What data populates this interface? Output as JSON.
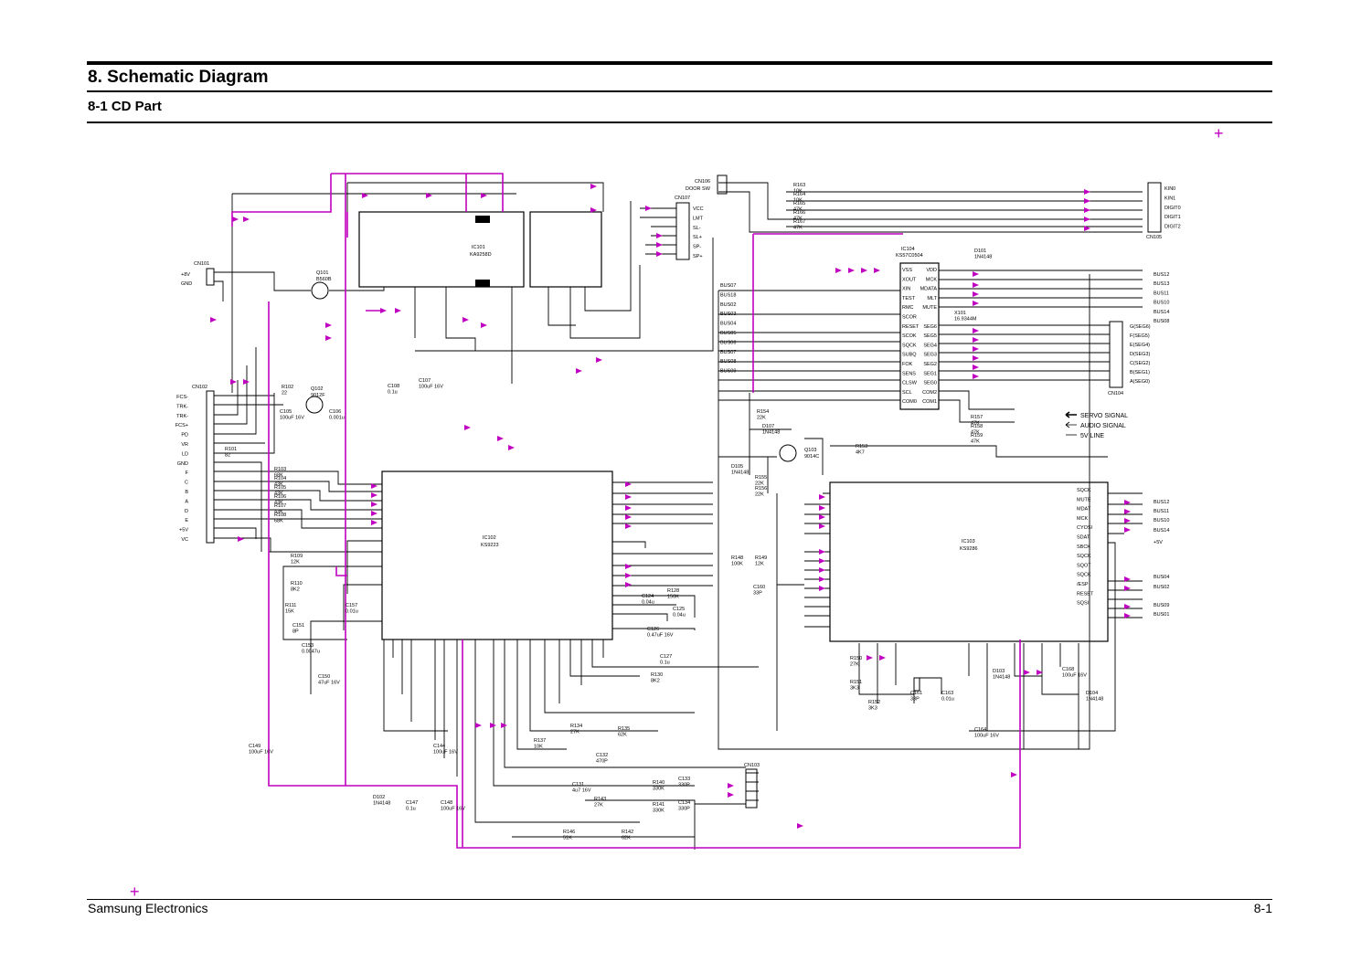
{
  "header": {
    "title": "8. Schematic Diagram",
    "subtitle": "8-1 CD Part"
  },
  "footer": {
    "company": "Samsung Electronics",
    "page": "8-1"
  },
  "colors": {
    "signal": "#c000c0",
    "wire": "#000000"
  },
  "legend": {
    "servo": "SERVO SIGNAL",
    "audio": "AUDIO SIGNAL",
    "line5v": "5V LINE"
  },
  "ics": {
    "ic101": {
      "ref": "IC101",
      "part": "KA9258D"
    },
    "ic102": {
      "ref": "IC102",
      "part": "KS9223"
    },
    "ic103": {
      "ref": "IC103",
      "part": "KS9286"
    },
    "ic104": {
      "ref": "IC104",
      "part": "KS57C0504"
    }
  },
  "connectors": {
    "cn101": {
      "ref": "CN101",
      "pins": [
        "+8V",
        "GND"
      ]
    },
    "cn102": {
      "ref": "CN102",
      "pins": [
        "FCS-",
        "TRK-",
        "TRK-",
        "FCS+",
        "PD",
        "VR",
        "LD",
        "GND",
        "F",
        "C",
        "B",
        "A",
        "D",
        "E",
        "+5V",
        "VC"
      ]
    },
    "cn103": {
      "ref": "CN103"
    },
    "cn104": {
      "ref": "CN104",
      "pins": [
        "G(SEG6)",
        "F(SEG5)",
        "E(SEG4)",
        "D(SEG3)",
        "C(SEG2)",
        "B(SEG1)",
        "A(SEG0)"
      ]
    },
    "cn105": {
      "ref": "CN105",
      "pins": [
        "KIN0",
        "KIN1",
        "DIGIT0",
        "DIGIT1",
        "DIGIT2"
      ]
    },
    "cn106": {
      "ref": "CN106",
      "title": "DOOR SW"
    },
    "cn107": {
      "ref": "CN107",
      "pins": [
        "VCC",
        "LMT",
        "SL-",
        "SL+",
        "SP-",
        "SP+"
      ]
    }
  },
  "transistors": {
    "q101": {
      "ref": "Q101",
      "part": "B560B"
    },
    "q102": {
      "ref": "Q102",
      "part": "9012F"
    },
    "q103": {
      "ref": "Q103",
      "part": "9014C"
    }
  },
  "components": [
    {
      "ref": "R101",
      "value": "82"
    },
    {
      "ref": "R102",
      "value": "22"
    },
    {
      "ref": "R103",
      "value": "68K"
    },
    {
      "ref": "R104",
      "value": "43K"
    },
    {
      "ref": "R105",
      "value": "43K"
    },
    {
      "ref": "R106",
      "value": "43K"
    },
    {
      "ref": "R107",
      "value": "43K"
    },
    {
      "ref": "R108",
      "value": "68K"
    },
    {
      "ref": "R109",
      "value": "12K"
    },
    {
      "ref": "R110",
      "value": "8K2"
    },
    {
      "ref": "R111",
      "value": "15K"
    },
    {
      "ref": "R128",
      "value": "150K"
    },
    {
      "ref": "R130",
      "value": "8K2"
    },
    {
      "ref": "R134",
      "value": "27K"
    },
    {
      "ref": "R135",
      "value": "62K"
    },
    {
      "ref": "R137",
      "value": "10K"
    },
    {
      "ref": "R140",
      "value": "330K"
    },
    {
      "ref": "R141",
      "value": "330K"
    },
    {
      "ref": "R142",
      "value": "62K"
    },
    {
      "ref": "R143",
      "value": "27K"
    },
    {
      "ref": "R146",
      "value": "51K"
    },
    {
      "ref": "R148",
      "value": "100K"
    },
    {
      "ref": "R149",
      "value": "12K"
    },
    {
      "ref": "R150",
      "value": "27K"
    },
    {
      "ref": "R151",
      "value": "3K3"
    },
    {
      "ref": "R152",
      "value": "3K3"
    },
    {
      "ref": "R153",
      "value": "4K7"
    },
    {
      "ref": "R154",
      "value": "22K"
    },
    {
      "ref": "R155",
      "value": "22K"
    },
    {
      "ref": "R156",
      "value": "22K"
    },
    {
      "ref": "R157",
      "value": "47K"
    },
    {
      "ref": "R158",
      "value": "47K"
    },
    {
      "ref": "R159",
      "value": "47K"
    },
    {
      "ref": "R163",
      "value": "10K"
    },
    {
      "ref": "R164",
      "value": "10K"
    },
    {
      "ref": "R165",
      "value": "47K"
    },
    {
      "ref": "R166",
      "value": "47K"
    },
    {
      "ref": "R167",
      "value": "47K"
    },
    {
      "ref": "C105",
      "value": "100uF 16V"
    },
    {
      "ref": "C106",
      "value": "0.001u"
    },
    {
      "ref": "C107",
      "value": "100uF 16V"
    },
    {
      "ref": "C108",
      "value": "0.1u"
    },
    {
      "ref": "C124",
      "value": "0.04u"
    },
    {
      "ref": "C125",
      "value": "0.04u"
    },
    {
      "ref": "C126",
      "value": "0.47uF 16V"
    },
    {
      "ref": "C127",
      "value": "0.1u"
    },
    {
      "ref": "C131",
      "value": "4u7 16V"
    },
    {
      "ref": "C132",
      "value": "470P"
    },
    {
      "ref": "C133",
      "value": "330P"
    },
    {
      "ref": "C134",
      "value": "330P"
    },
    {
      "ref": "C144",
      "value": "100uF 16V"
    },
    {
      "ref": "C147",
      "value": "0.1u"
    },
    {
      "ref": "C148",
      "value": "100uF 16V"
    },
    {
      "ref": "C149",
      "value": "100uF 16V"
    },
    {
      "ref": "C150",
      "value": "47uF 16V"
    },
    {
      "ref": "C151",
      "value": "8P"
    },
    {
      "ref": "C153",
      "value": "0.0047u"
    },
    {
      "ref": "C157",
      "value": "0.01u"
    },
    {
      "ref": "C160",
      "value": "33P"
    },
    {
      "ref": "C161",
      "value": "33P"
    },
    {
      "ref": "C163",
      "value": "0.01u"
    },
    {
      "ref": "C164",
      "value": "100uF 16V"
    },
    {
      "ref": "C168",
      "value": "100uF 16V"
    },
    {
      "ref": "D101",
      "value": "1N4148"
    },
    {
      "ref": "D102",
      "value": "1N4148"
    },
    {
      "ref": "D103",
      "value": "1N4148"
    },
    {
      "ref": "D104",
      "value": "1N4148"
    },
    {
      "ref": "D105",
      "value": "1N4148"
    },
    {
      "ref": "D107",
      "value": "1N4148"
    },
    {
      "ref": "X101",
      "value": "16.9344M"
    }
  ],
  "ic104_pins_left": [
    "VSS",
    "XOUT",
    "XIN",
    "TEST",
    "RMC",
    "SCOR",
    "RESET",
    "SCOK",
    "SQCK",
    "SUBQ",
    "FOK",
    "SENS",
    "CLSW",
    "SCL",
    "COM0"
  ],
  "ic104_pins_right": [
    "VDD",
    "MCK",
    "MDATA",
    "MLT",
    "MUTE",
    "",
    "SEG6",
    "SEG5",
    "SEG4",
    "SEG3",
    "SEG2",
    "SEG1",
    "SEG0",
    "COM2",
    "COM1"
  ],
  "bus_left": [
    "BUS07",
    "BUS18",
    "BUS02",
    "BUS03",
    "BUS04",
    "BUS05",
    "BUS06",
    "BUS07",
    "BUS08",
    "BUS09"
  ],
  "bus_right": [
    "BUS12",
    "BUS13",
    "BUS11",
    "BUS10",
    "BUS14",
    "BUS08"
  ],
  "ic103_right": [
    "SQCK",
    "MUTE",
    "MDAT",
    "MCK",
    "CYOSI",
    "SDAT",
    "SBCK",
    "SQCK",
    "SQOT",
    "SQCK",
    "/ESP",
    "RESET",
    "SQSI"
  ],
  "ic103_right_bus": [
    "BUS12",
    "BUS11",
    "BUS10",
    "BUS14",
    "+5V",
    "BUS04",
    "BUS02",
    "BUS09",
    "BUS01"
  ]
}
